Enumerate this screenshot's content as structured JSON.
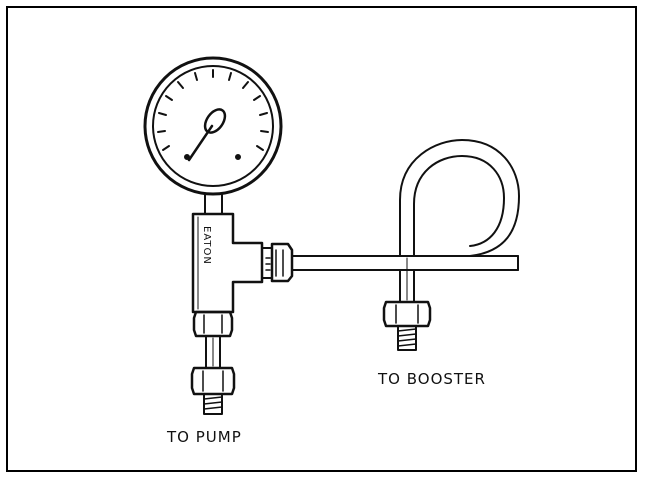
{
  "diagram": {
    "labels": {
      "pump": "TO PUMP",
      "booster": "TO BOOSTER"
    },
    "brand_mark": "EATON",
    "components": [
      "pressure-gauge",
      "tee-fitting",
      "booster-tube-loop",
      "pump-connector",
      "booster-connector"
    ],
    "colors": {
      "ink": "#111111",
      "paper": "#ffffff",
      "border": "#000000"
    }
  }
}
